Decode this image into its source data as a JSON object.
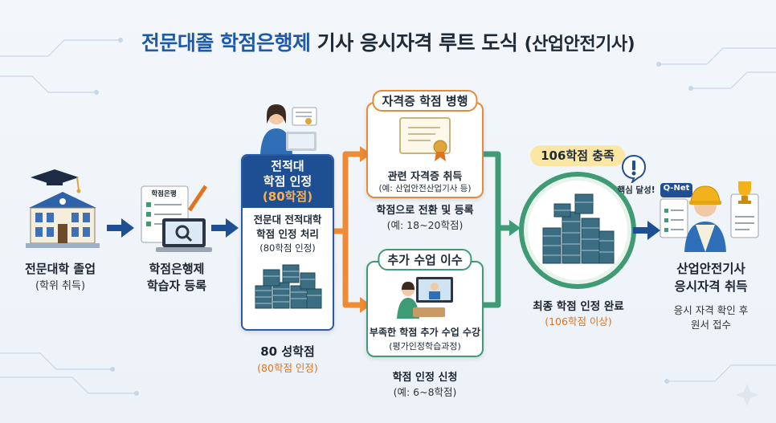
{
  "title": {
    "part1": "전문대졸 학점은행제",
    "part2": "기사 응시자격 루트 도식",
    "part3": "(산업안전기사)"
  },
  "step1": {
    "title": "전문대학 졸업",
    "sub": "(학위 취득)"
  },
  "step2": {
    "title1": "학점은행제",
    "title2": "학습자 등록",
    "form_label": "학점은행"
  },
  "step3": {
    "head1": "전적대",
    "head2": "학점 인정",
    "head3": "(80학점)",
    "body1": "전문대 전적대학",
    "body2": "학점 인정 처리",
    "body3": "(80학점 인정)",
    "below1": "80 성학점",
    "below2": "(80학점 인정)"
  },
  "branch_top": {
    "tag": "자격증 학점 병행",
    "line1": "관련 자격증 취득",
    "line2": "(예: 산업안전산업기사 등)",
    "below1": "학점으로 전환 및 등록",
    "below2": "(예: 18~20학점)"
  },
  "branch_bottom": {
    "tag": "추가 수업 이수",
    "line1": "부족한 학점 추가 수업 수강",
    "line2": "(평가인정학습과정)",
    "below1": "학점 인정 신청",
    "below2": "(예: 6~8학점)"
  },
  "step5": {
    "badge": "106학점 충족",
    "alert": "핵심 달성!",
    "line1": "최종 학점 인정 완료",
    "line2": "(106학점 이상)"
  },
  "step6": {
    "title1": "산업안전기사",
    "title2": "응시자격 취득",
    "sub1": "응시 자격 확인 후",
    "sub2": "원서 접수",
    "qnet": "Q-Net"
  },
  "colors": {
    "navy": "#1f4f93",
    "orange": "#e58a3a",
    "green": "#3f9a76",
    "yellow": "#fbe7a3"
  }
}
